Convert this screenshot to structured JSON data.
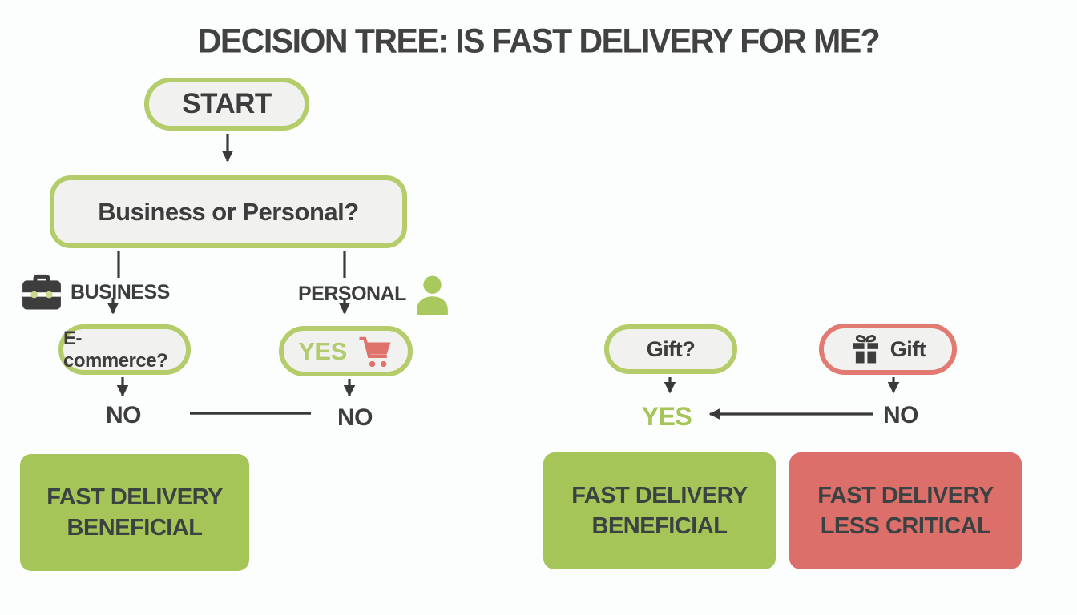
{
  "title": "DECISION TREE: IS FAST DELIVERY FOR ME?",
  "colors": {
    "green_fill": "#a6c558",
    "green_border": "#b4cc6a",
    "red_fill": "#dd6f6b",
    "red_border": "#e17b72",
    "node_fill": "#f1f1ef",
    "text_dark": "#3d3d3d",
    "background": "#fcfdfd"
  },
  "nodes": {
    "start": {
      "label": "START"
    },
    "question": {
      "label": "Business or Personal?"
    },
    "ecommerce": {
      "label": "E-commerce?"
    },
    "personal_yes": {
      "label": "YES",
      "icon": "cart-icon"
    },
    "gift_question": {
      "label": "Gift?"
    },
    "gift": {
      "label": "Gift",
      "icon": "gift-icon"
    }
  },
  "branch_labels": {
    "business": {
      "label": "BUSINESS",
      "icon": "briefcase-icon"
    },
    "personal": {
      "label": "PERSONAL",
      "icon": "person-icon"
    }
  },
  "edge_labels": {
    "ecommerce_no": "NO",
    "personal_no": "NO",
    "gift_question_yes": "YES",
    "gift_no": "NO"
  },
  "outcomes": {
    "business_result": {
      "line1": "FAST DELIVERY",
      "line2": "BENEFICIAL"
    },
    "gift_result": {
      "line1": "FAST DELIVERY",
      "line2": "BENEFICIAL"
    },
    "non_gift_result": {
      "line1": "FAST DELIVERY",
      "line2": "LESS CRITICAL"
    }
  }
}
